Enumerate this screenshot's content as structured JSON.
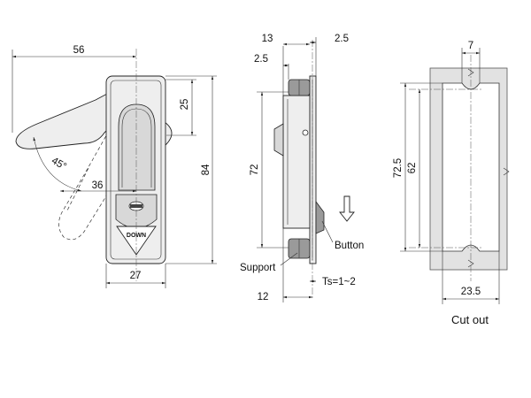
{
  "front_view": {
    "dims": {
      "overall_width": "56",
      "body_height": "25",
      "total_height": "84",
      "handle_angle": "45°",
      "handle_reach": "36",
      "base_width": "27"
    },
    "button_label": "DOWN"
  },
  "side_view": {
    "dims": {
      "top_width": "13",
      "right_width": "2.5",
      "left_width": "2.5",
      "height": "72",
      "depth": "12",
      "thickness": "Ts=1~2"
    },
    "labels": {
      "support": "Support",
      "button": "Button"
    }
  },
  "cutout_view": {
    "dims": {
      "slot_width": "7",
      "outer_height": "72.5",
      "inner_height": "62",
      "width": "23.5"
    },
    "caption": "Cut out"
  }
}
